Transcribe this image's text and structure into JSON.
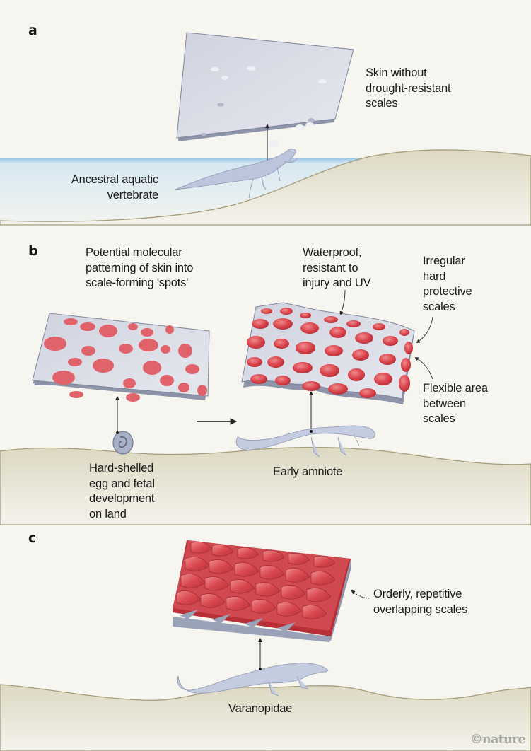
{
  "panels": {
    "a": {
      "letter": "a",
      "skin_label": "Skin without\ndrought-resistant\nscales",
      "animal_label": "Ancestral aquatic\nvertebrate"
    },
    "b": {
      "letter": "b",
      "patterning_label": "Potential molecular\npatterning of skin into\nscale-forming 'spots'",
      "waterproof_label": "Waterproof,\nresistant to\ninjury and UV",
      "irregular_label": "Irregular\nhard\nprotective\nscales",
      "flexible_label": "Flexible area\nbetween\nscales",
      "egg_label": "Hard-shelled\negg and fetal\ndevelopment\non land",
      "animal_label": "Early amniote"
    },
    "c": {
      "letter": "c",
      "scales_label": "Orderly, repetitive\noverlapping scales",
      "animal_label": "Varanopidae"
    }
  },
  "credit": "©nature",
  "colors": {
    "background": "#f6f5ef",
    "ground": "#e4e1cf",
    "ground_edge": "#a59d7a",
    "water": "#cfe3ef",
    "skin": "#c9ccd8",
    "scale_red": "#d9484f",
    "animal": "#bcc5db"
  }
}
